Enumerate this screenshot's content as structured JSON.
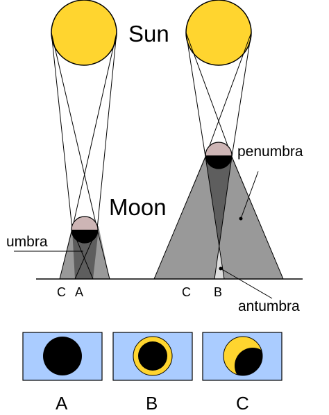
{
  "labels": {
    "sun": "Sun",
    "moon": "Moon",
    "umbra": "umbra",
    "penumbra": "penumbra",
    "antumbra": "antumbra"
  },
  "ground_points": {
    "left": [
      "C",
      "A"
    ],
    "right": [
      "C",
      "B"
    ]
  },
  "panels": [
    {
      "caption": "A",
      "eclipse": "total"
    },
    {
      "caption": "B",
      "eclipse": "annular"
    },
    {
      "caption": "C",
      "eclipse": "partial"
    }
  ],
  "colors": {
    "sun": "#ffd52f",
    "moon_bright": "#cdb5b5",
    "moon_dark": "#000000",
    "penumbra": "#999999",
    "umbra": "#5e5e5e",
    "sky": "#aaccff"
  }
}
